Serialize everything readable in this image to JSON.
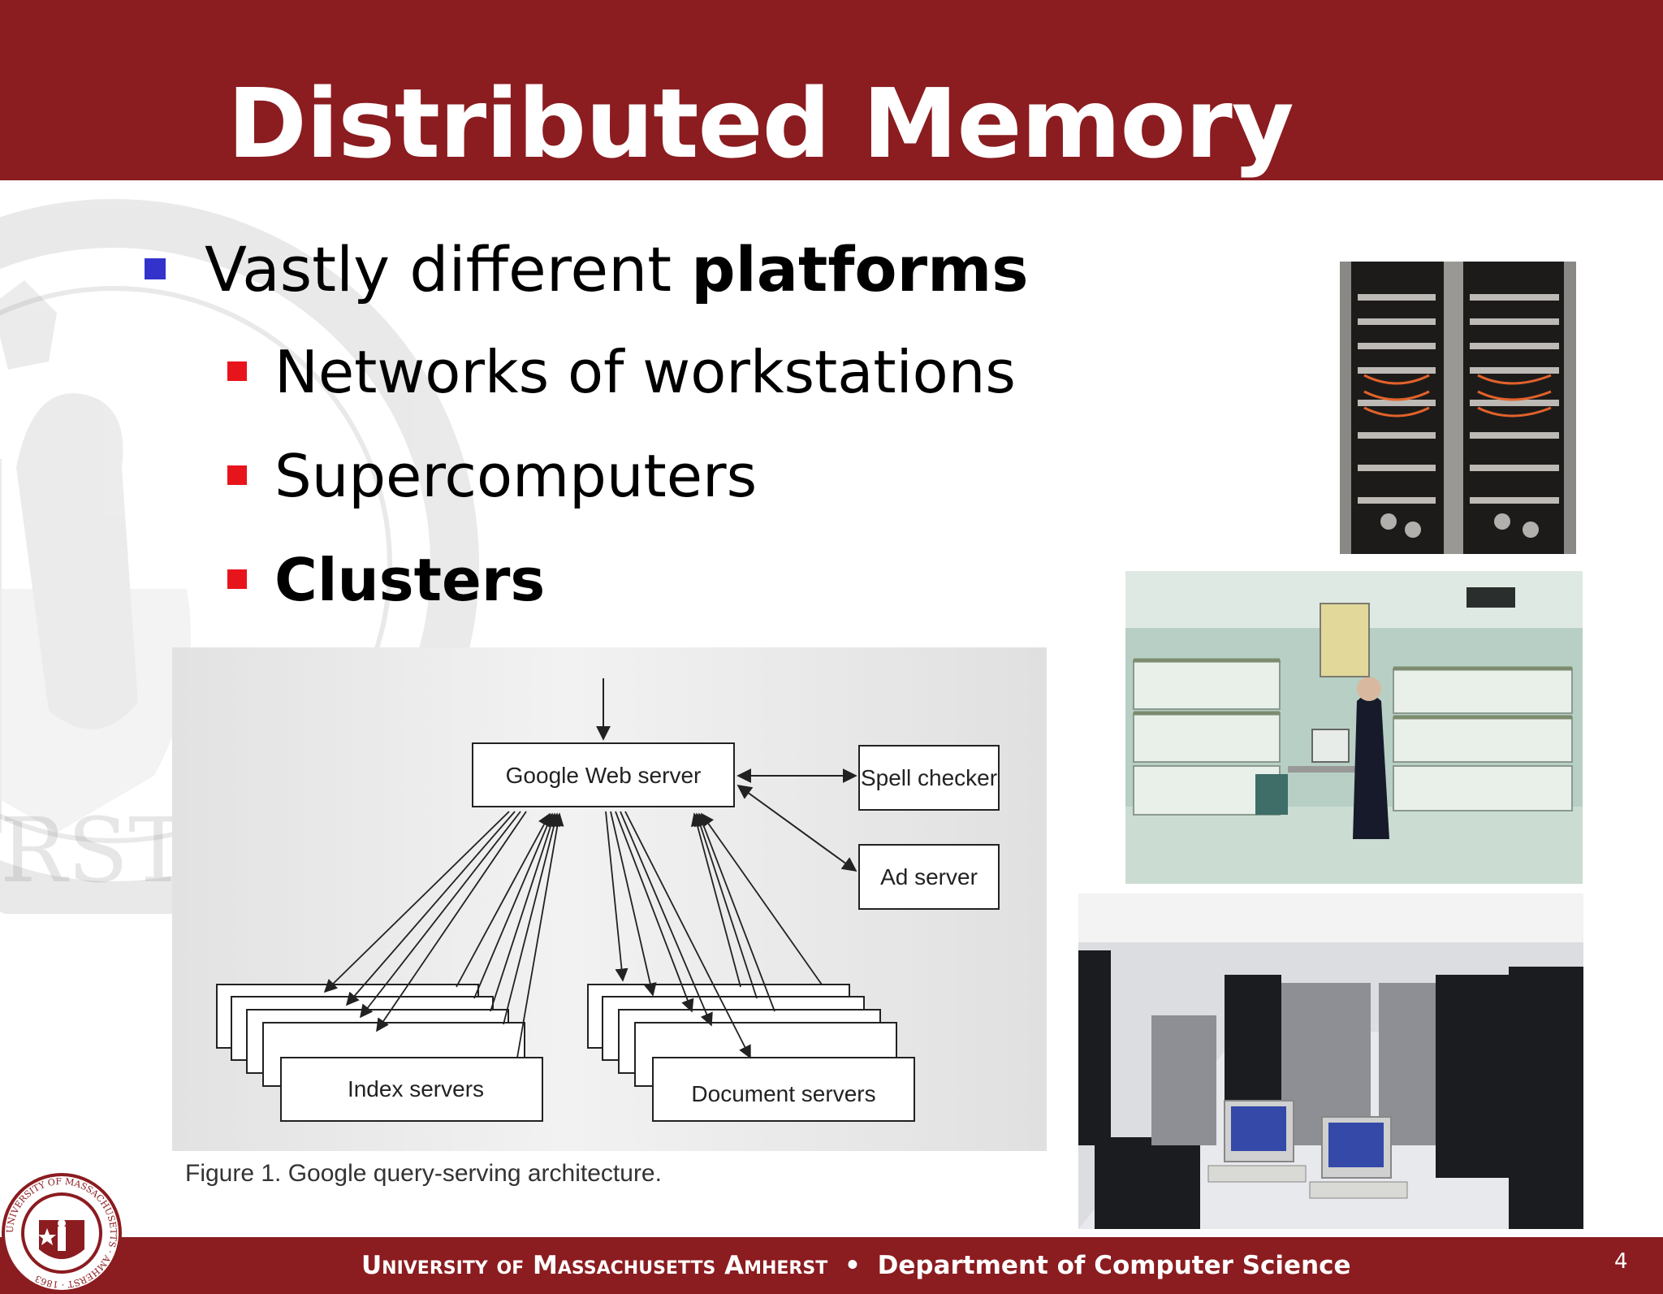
{
  "slide": {
    "title": "Distributed Memory",
    "bullets": {
      "level1": {
        "prefix": "Vastly different ",
        "bold": "platforms"
      },
      "level2": [
        {
          "text": "Networks of workstations",
          "bold": false
        },
        {
          "text": "Supercomputers",
          "bold": false
        },
        {
          "text": "Clusters",
          "bold": true
        }
      ]
    },
    "figure": {
      "web_server": "Google Web server",
      "spell_checker": "Spell checker",
      "ad_server": "Ad server",
      "index_servers": "Index servers",
      "document_servers": "Document servers",
      "caption": "Figure 1. Google query-serving architecture."
    },
    "seal_text": "RST",
    "footer": {
      "university": "University of Massachusetts Amherst",
      "separator": "•",
      "department": "Department of Computer Science",
      "page_number": "4"
    },
    "logo": {
      "ring_text": "UNIVERSITY OF MASSACHUSETTS · AMHERST · 1863"
    },
    "colors": {
      "brand": "#8b1c20",
      "bullet_blue": "#3333cc",
      "bullet_red": "#e8141c"
    }
  }
}
